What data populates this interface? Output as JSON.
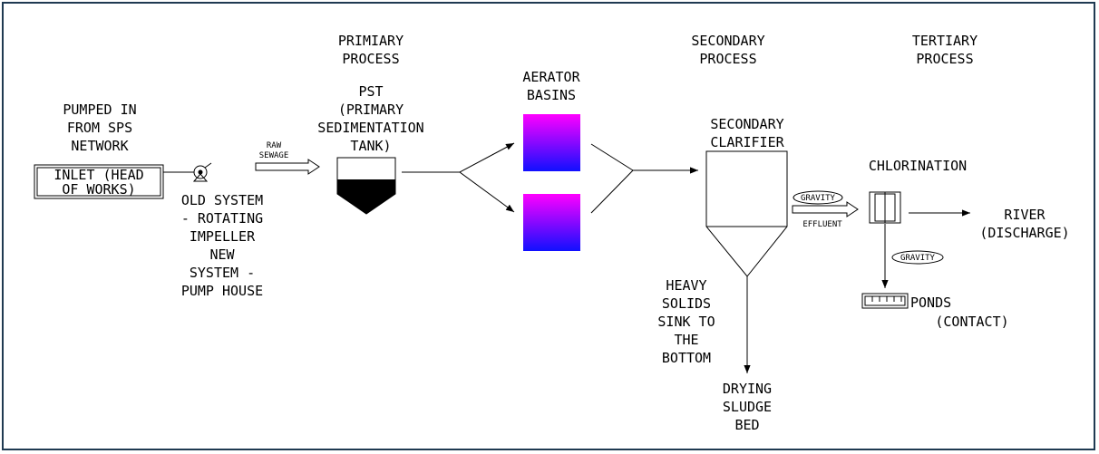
{
  "stages": {
    "primary": [
      "PRIMIARY",
      "PROCESS"
    ],
    "secondary": [
      "SECONDARY",
      "PROCESS"
    ],
    "tertiary": [
      "TERTIARY",
      "PROCESS"
    ]
  },
  "pumped_in": [
    "PUMPED IN",
    "FROM SPS",
    "NETWORK"
  ],
  "inlet": [
    "INLET (HEAD",
    "OF WORKS)"
  ],
  "pump_note": [
    "OLD SYSTEM",
    "- ROTATING",
    "IMPELLER",
    "NEW",
    "SYSTEM -",
    "PUMP HOUSE"
  ],
  "raw_sewage": [
    "RAW",
    "SEWAGE"
  ],
  "pst": [
    "PST",
    "(PRIMARY",
    "SEDIMENTATION",
    "TANK)"
  ],
  "aerator": [
    "AERATOR",
    "BASINS"
  ],
  "clarifier": [
    "SECONDARY",
    "CLARIFIER"
  ],
  "gravity_label": "GRAVITY",
  "effluent_label": "EFFLUENT",
  "chlorination": "CHLORINATION",
  "river": [
    "RIVER",
    "(DISCHARGE)"
  ],
  "ponds": [
    "PONDS",
    "(CONTACT)"
  ],
  "heavy_solids": [
    "HEAVY",
    "SOLIDS",
    "SINK TO",
    "THE",
    "BOTTOM"
  ],
  "drying": [
    "DRYING",
    "SLUDGE",
    "BED"
  ],
  "colors": {
    "basin_top": "#ff00ff",
    "basin_bottom": "#1010ff",
    "frame": "#1f3a52",
    "ink": "#000000"
  }
}
